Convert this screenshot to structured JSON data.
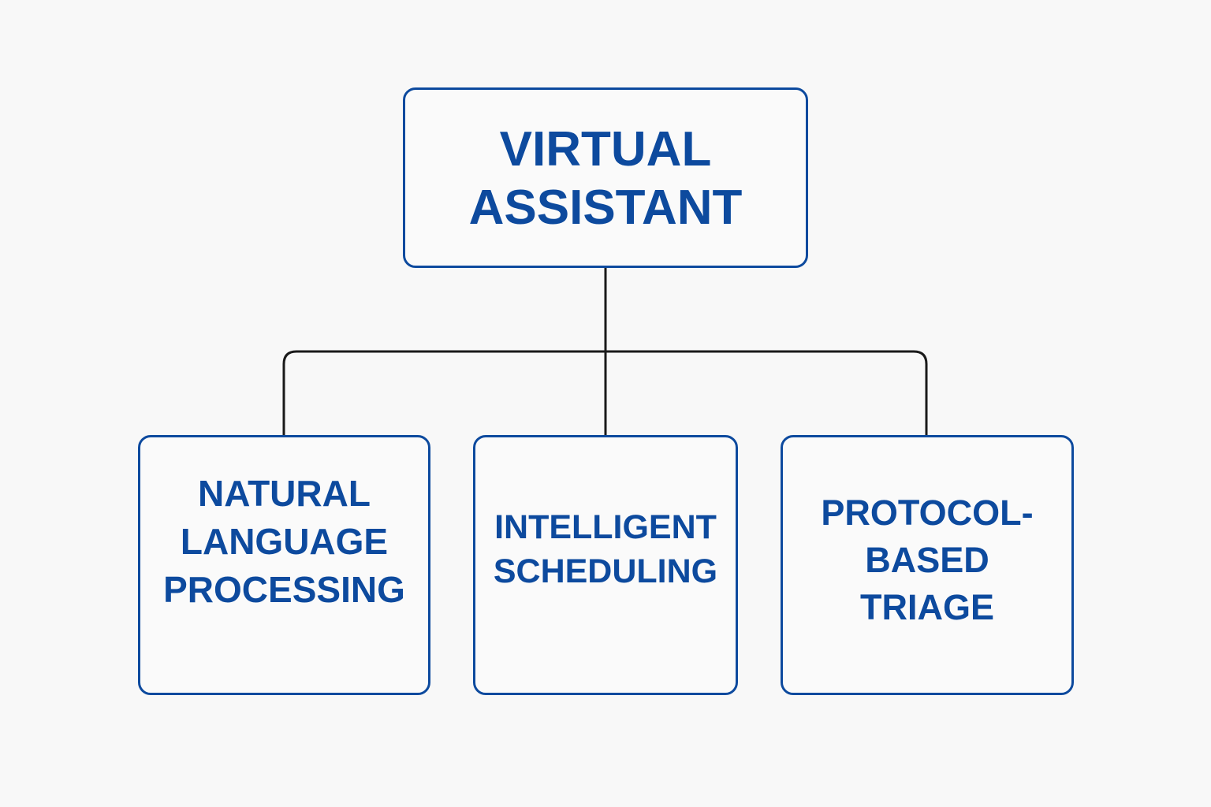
{
  "colors": {
    "accent": "#0d4a9e",
    "connector": "#1a1a1a",
    "background": "#f8f8f8"
  },
  "root": {
    "lines": [
      "VIRTUAL",
      "ASSISTANT"
    ]
  },
  "children": [
    {
      "lines": [
        "NATURAL",
        "LANGUAGE",
        "PROCESSING"
      ]
    },
    {
      "lines": [
        "INTELLIGENT",
        "SCHEDULING"
      ]
    },
    {
      "lines": [
        "PROTOCOL-",
        "BASED",
        "TRIAGE"
      ]
    }
  ]
}
